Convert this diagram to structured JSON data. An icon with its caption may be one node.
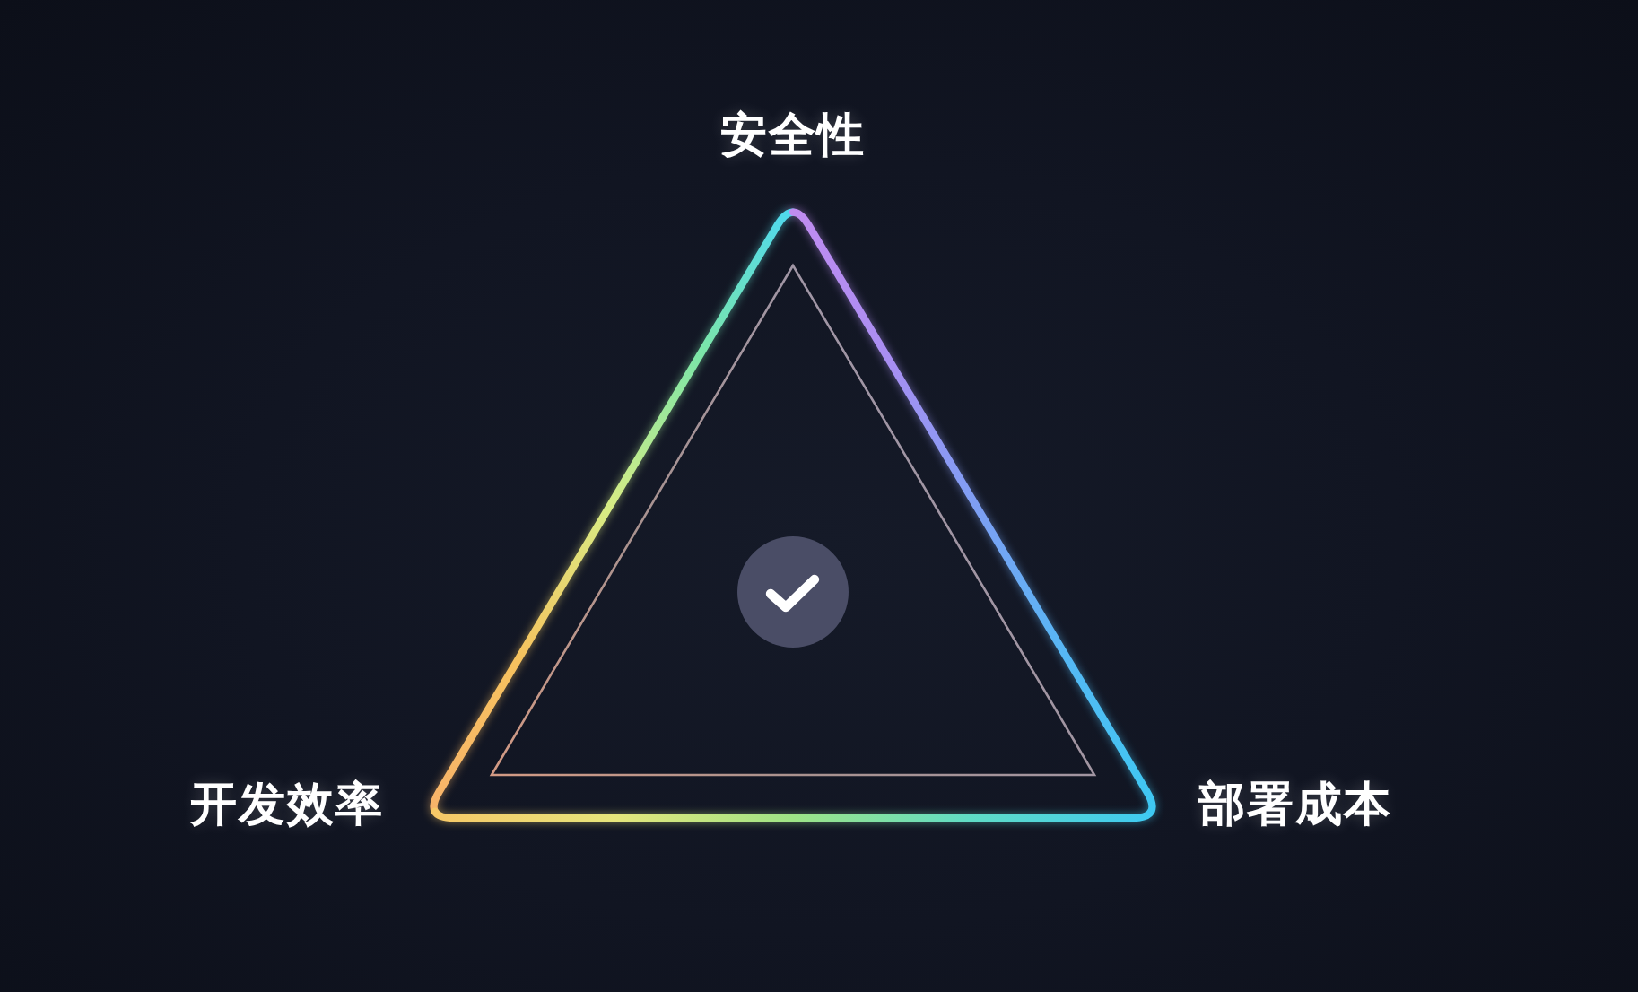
{
  "diagram": {
    "labels": [
      "安全性",
      "开发效率",
      "部署成本"
    ]
  }
}
